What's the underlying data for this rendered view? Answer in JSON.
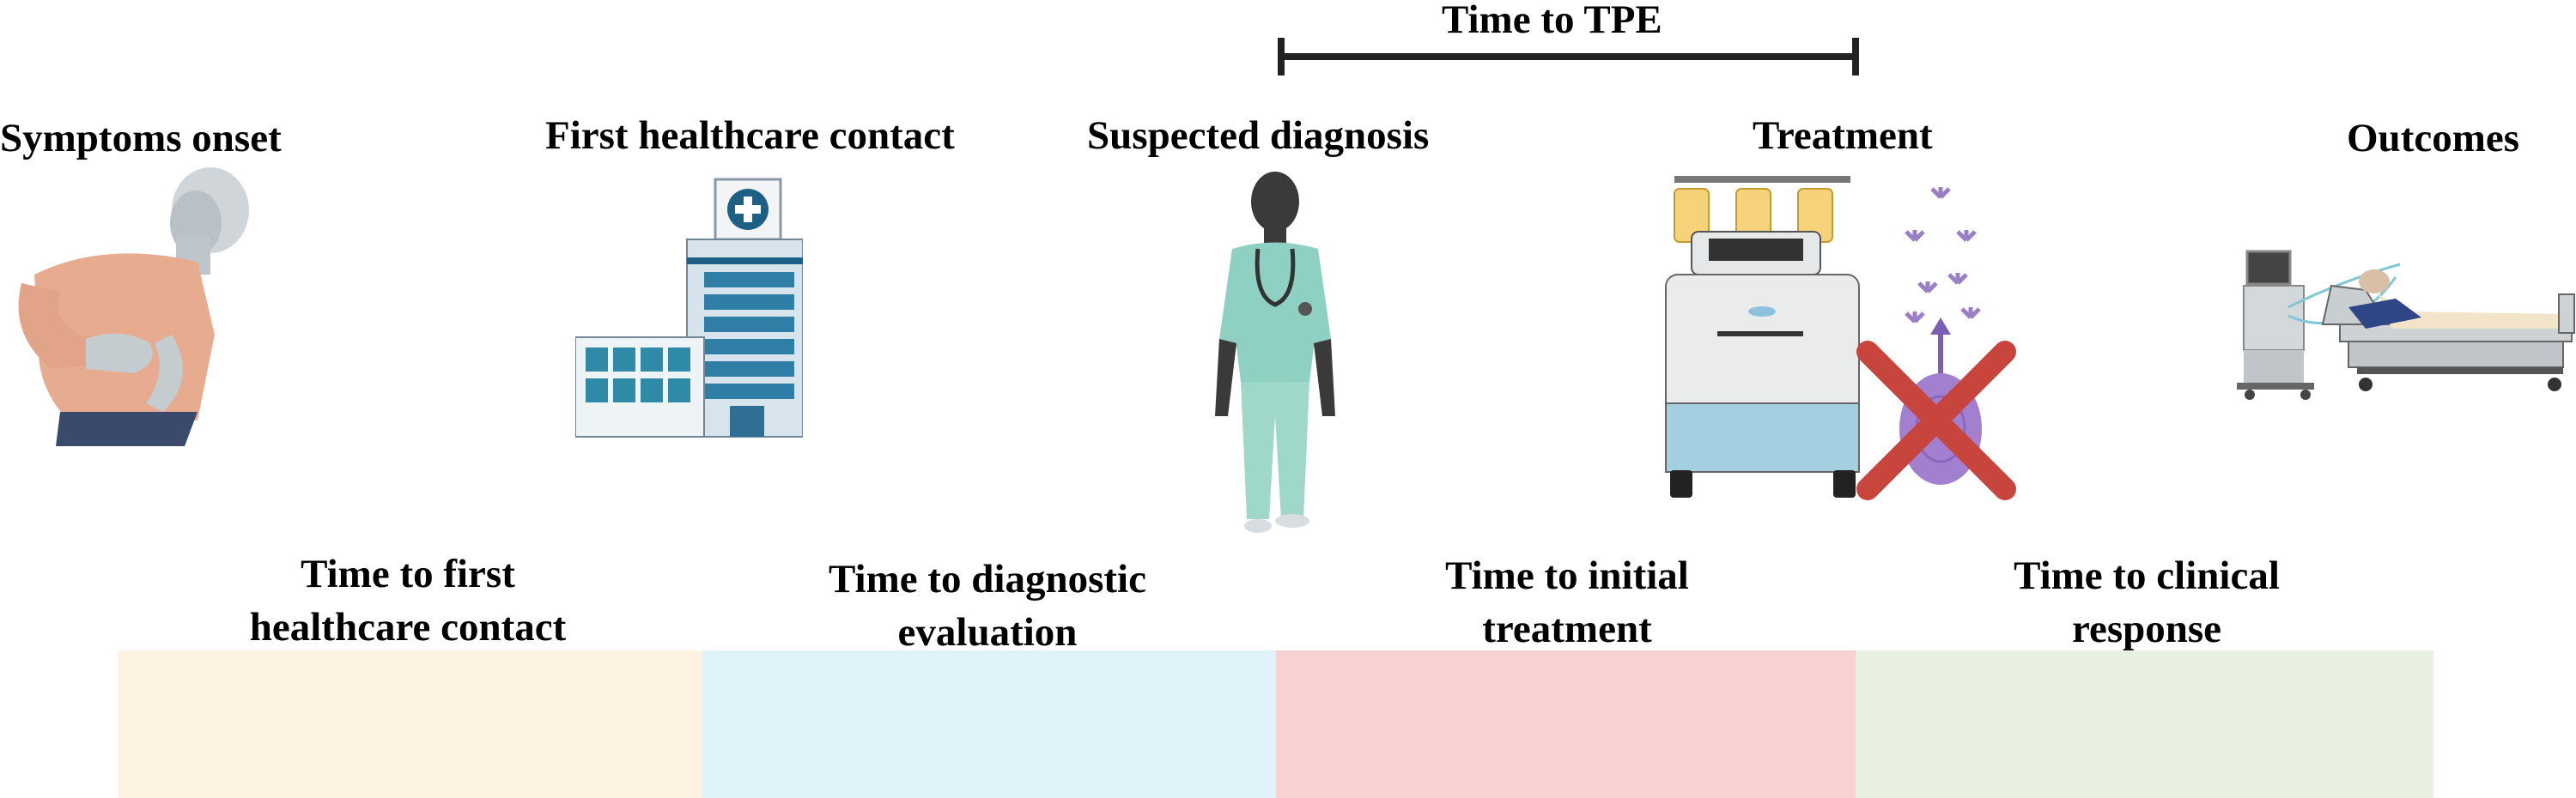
{
  "tpe": {
    "label": "Time to TPE"
  },
  "stages": [
    {
      "label": "Symptoms onset",
      "icon": "patient-abdominal-pain-icon"
    },
    {
      "label": "First healthcare contact",
      "icon": "hospital-building-icon"
    },
    {
      "label": "Suspected diagnosis",
      "icon": "doctor-icon"
    },
    {
      "label": "Treatment",
      "icon": "plasma-exchange-machine-icon"
    },
    {
      "label": "Outcomes",
      "icon": "patient-in-bed-icon"
    }
  ],
  "phases": [
    {
      "line1": "Time to first",
      "line2": "healthcare contact",
      "color": "#fdf1e2"
    },
    {
      "line1": "Time to diagnostic",
      "line2": "evaluation",
      "color": "#e0f3f8"
    },
    {
      "line1": "Time to initial",
      "line2": "treatment",
      "color": "#f8d1d1"
    },
    {
      "line1": "Time to clinical",
      "line2": "response",
      "color": "#e8f0e0"
    }
  ]
}
